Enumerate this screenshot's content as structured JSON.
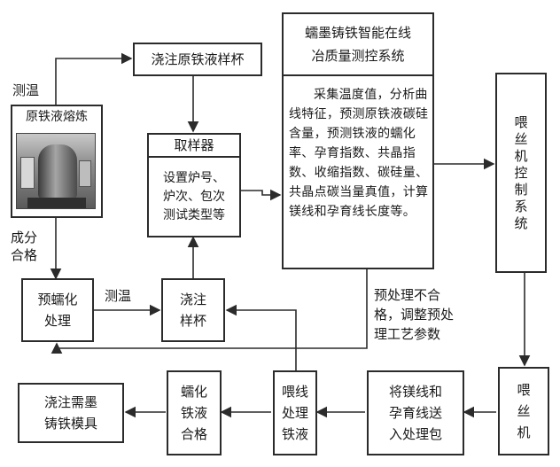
{
  "nodes": {
    "melting": "原铁液熔炼",
    "pour_sample_cup_top": "浇注原铁液样杯",
    "sampler_title": "取样器",
    "sampler_body": "设置炉号、\n炉次、包次\n测试类型等",
    "system_title": "蠕墨铸铁智能在线\n冶质量测控系统",
    "system_body": "采集温度值，分析曲线特征，预测原铁液碳硅含量，预测铁液的蠕化率、孕育指数、共晶指数、收缩指数、碳硅量、共晶点碳当量真值，计算镁线和孕育线长度等。",
    "feeder_control": "喂\n丝\n机\n控\n制\n系\n统",
    "pretreat": "预蠕化\n处理",
    "pour_sample_cup": "浇注\n样杯",
    "feeder": "喂\n丝\n机",
    "send_wire": "将镁线和\n孕育线送\n入处理包",
    "wire_treat": "喂线\n处理\n铁液",
    "vermicular_ok": "蠕化\n铁液\n合格",
    "pour_mold": "浇注需墨\n铸铁模具"
  },
  "labels": {
    "temp_measure_1": "测温",
    "composition_ok": "成分\n合格",
    "temp_measure_2": "测温",
    "pretreat_fail": "预处理不合\n格，调整预处\n理工艺参数"
  },
  "colors": {
    "line": "#2b2b2b",
    "text": "#1a1a1a"
  }
}
